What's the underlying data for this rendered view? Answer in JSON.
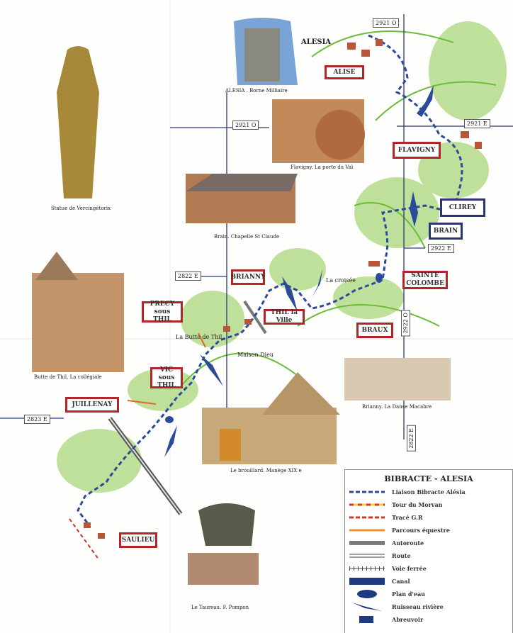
{
  "title": "ALESIA",
  "colors": {
    "route_blue": "#2b4a9a",
    "sign_red": "#b2262a",
    "sign_blue": "#2b3470",
    "forest": "#7fbf3f",
    "ridge": "#6dbb3a",
    "road": "#2b3a7a"
  },
  "captions": {
    "borne": "ALESIA . Borne Milliaire",
    "flavigny": "Flavigny. La porte du Val",
    "brain": "Brain. Chapelle St Claude",
    "statue": "Statue de Vercingétorix",
    "thil": "Butte de Thil. La collégiale",
    "danse": "Brianny. La Danse Macabre",
    "manege": "Le brouillard. Manège XIX e",
    "taureau": "Le Taureau. F. Pompon"
  },
  "towns": {
    "alise": "ALISE",
    "flavigny": "FLAVIGNY",
    "clirey": "CLIREY",
    "brain": "BRAIN",
    "sainte_colombe": "SAINTE COLOMBE",
    "brianny": "BRIANNY",
    "thil_ville": "THIL la Ville",
    "braux": "BRAUX",
    "precy": "PRECY sous THIL",
    "vic": "VIC sous THIL",
    "juillenay": "JUILLENAY",
    "saulieu": "SAULIEU"
  },
  "places": {
    "croisee": "La croisée",
    "butte": "La Butte de Thil",
    "maison_dieu": "Maison Dieu"
  },
  "map_refs": {
    "r1": "2921 O",
    "r2": "2921 O",
    "r3": "2921 E",
    "r4": "2922 E",
    "r5": "2822 E",
    "r6": "2922 O",
    "r7": "2823 E",
    "r8": "2822 E"
  },
  "legend": {
    "title": "BIBRACTE - ALESIA",
    "items": [
      {
        "label": "Liaison Bibracte Alésia",
        "icon": "dashed-blue"
      },
      {
        "label": "Tour du Morvan",
        "icon": "dashed-red-yellow"
      },
      {
        "label": "Tracé G.R",
        "icon": "dashed-red"
      },
      {
        "label": "Parcours équestre",
        "icon": "orange-line"
      },
      {
        "label": "Autoroute",
        "icon": "highway"
      },
      {
        "label": "Route",
        "icon": "double-line"
      },
      {
        "label": "Voie ferrée",
        "icon": "railway"
      },
      {
        "label": "Canal",
        "icon": "canal"
      },
      {
        "label": "Plan d'eau",
        "icon": "lake"
      },
      {
        "label": "Ruisseau rivière",
        "icon": "river"
      },
      {
        "label": "Abreuvoir",
        "icon": "trough"
      }
    ]
  }
}
